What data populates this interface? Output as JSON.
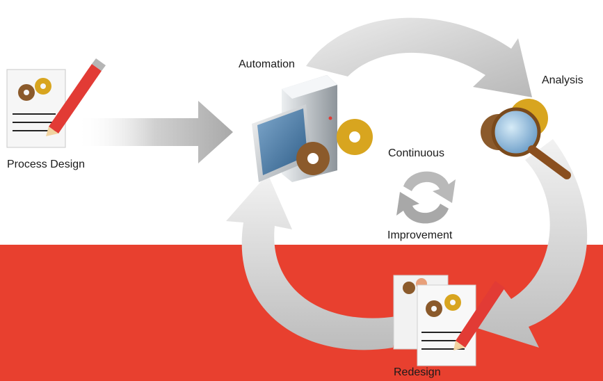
{
  "background": {
    "top_color": "#ffffff",
    "bottom_color": "#e8402f"
  },
  "colors": {
    "gear_brown": "#8b5a2b",
    "gear_gold": "#d8a51f",
    "pencil_red": "#e23b35",
    "arrow_gray": "#bdbdbd",
    "magnifier_handle": "#8a4f1f"
  },
  "labels": {
    "process_design": "Process Design",
    "automation": "Automation",
    "analysis": "Analysis",
    "continuous": "Continuous",
    "improvement": "Improvement",
    "redesign": "Redesign"
  },
  "icons": {
    "process_design": "document-with-gears-and-pencil-icon",
    "automation": "computer-with-gears-icon",
    "analysis": "magnifier-with-gears-icon",
    "cycle": "circular-arrows-icon",
    "redesign": "stacked-documents-with-gears-and-pencil-icon"
  }
}
